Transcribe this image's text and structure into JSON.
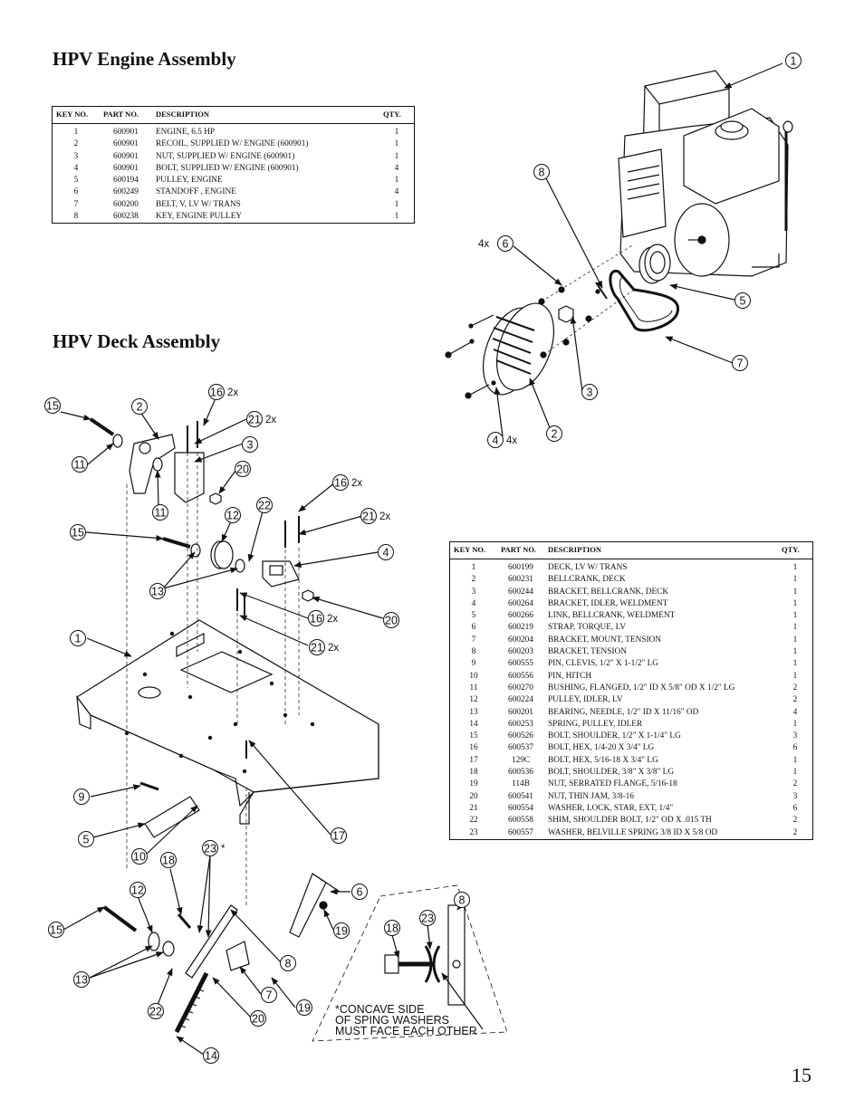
{
  "engine_section": {
    "title": "HPV Engine Assembly",
    "headers": [
      "KEY NO.",
      "PART NO.",
      "DESCRIPTION",
      "QTY."
    ],
    "rows": [
      [
        "1",
        "600901",
        "ENGINE, 6.5 HP",
        "1"
      ],
      [
        "2",
        "600901",
        "RECOIL, SUPPLIED W/ ENGINE (600901)",
        "1"
      ],
      [
        "3",
        "600901",
        "NUT, SUPPLIED W/ ENGINE (600901)",
        "1"
      ],
      [
        "4",
        "600901",
        "BOLT, SUPPLIED W/ ENGINE (600901)",
        "4"
      ],
      [
        "5",
        "600194",
        "PULLEY, ENGINE",
        "1"
      ],
      [
        "6",
        "600249",
        "STANDOFF , ENGINE",
        "4"
      ],
      [
        "7",
        "600200",
        "BELT, V, LV W/ TRANS",
        "1"
      ],
      [
        "8",
        "600238",
        "KEY, ENGINE PULLEY",
        "1"
      ]
    ]
  },
  "deck_section": {
    "title": "HPV Deck Assembly",
    "headers": [
      "KEY NO.",
      "PART NO.",
      "DESCRIPTION",
      "QTY."
    ],
    "rows": [
      [
        "1",
        "600199",
        "DECK, LV W/ TRANS",
        "1"
      ],
      [
        "2",
        "600231",
        "BELLCRANK, DECK",
        "1"
      ],
      [
        "3",
        "600244",
        "BRACKET, BELLCRANK, DECK",
        "1"
      ],
      [
        "4",
        "600264",
        "BRACKET, IDLER, WELDMENT",
        "1"
      ],
      [
        "5",
        "600266",
        "LINK, BELLCRANK, WELDMENT",
        "1"
      ],
      [
        "6",
        "600219",
        "STRAP, TORQUE, LV",
        "1"
      ],
      [
        "7",
        "600204",
        "BRACKET, MOUNT, TENSION",
        "1"
      ],
      [
        "8",
        "600203",
        "BRACKET, TENSION",
        "1"
      ],
      [
        "9",
        "600555",
        "PIN, CLEVIS, 1/2\" X 1-1/2\" LG",
        "1"
      ],
      [
        "10",
        "600556",
        "PIN, HITCH",
        "1"
      ],
      [
        "11",
        "600270",
        "BUSHING, FLANGED, 1/2\" ID X 5/8\" OD X 1/2\" LG",
        "2"
      ],
      [
        "12",
        "600224",
        "PULLEY, IDLER, LV",
        "2"
      ],
      [
        "13",
        "600201",
        "BEARING, NEEDLE, 1/2\" ID X 11/16\" OD",
        "4"
      ],
      [
        "14",
        "600253",
        "SPRING, PULLEY, IDLER",
        "1"
      ],
      [
        "15",
        "600526",
        "BOLT, SHOULDER, 1/2\" X 1-1/4\" LG",
        "3"
      ],
      [
        "16",
        "600537",
        "BOLT, HEX, 1/4-20 X 3/4\" LG",
        "6"
      ],
      [
        "17",
        "129C",
        "BOLT, HEX, 5/16-18 X 3/4\" LG",
        "1"
      ],
      [
        "18",
        "600536",
        "BOLT, SHOULDER, 3/8\" X 3/8\" LG",
        "1"
      ],
      [
        "19",
        "114B",
        "NUT, SERRATED FLANGE, 5/16-18",
        "2"
      ],
      [
        "20",
        "600541",
        "NUT, THIN JAM, 3/8-16",
        "3"
      ],
      [
        "21",
        "600554",
        "WASHER, LOCK, STAR, EXT, 1/4\"",
        "6"
      ],
      [
        "22",
        "600558",
        "SHIM, SHOULDER BOLT, 1/2\" OD X .015 TH",
        "2"
      ],
      [
        "23",
        "600557",
        "WASHER, BELVILLE SPRING 3/8 ID X 5/8 OD",
        "2"
      ]
    ]
  },
  "engine_callouts": [
    {
      "n": "1",
      "q": ""
    },
    {
      "n": "8",
      "q": ""
    },
    {
      "n": "6",
      "q": "4x"
    },
    {
      "n": "5",
      "q": ""
    },
    {
      "n": "7",
      "q": ""
    },
    {
      "n": "3",
      "q": ""
    },
    {
      "n": "4",
      "q": "4x"
    },
    {
      "n": "2",
      "q": ""
    }
  ],
  "deck_callouts": [
    {
      "n": "15",
      "q": ""
    },
    {
      "n": "2",
      "q": ""
    },
    {
      "n": "16",
      "q": "2x"
    },
    {
      "n": "21",
      "q": "2x"
    },
    {
      "n": "3",
      "q": ""
    },
    {
      "n": "11",
      "q": ""
    },
    {
      "n": "20",
      "q": ""
    },
    {
      "n": "16",
      "q": "2x"
    },
    {
      "n": "11",
      "q": ""
    },
    {
      "n": "12",
      "q": ""
    },
    {
      "n": "22",
      "q": ""
    },
    {
      "n": "21",
      "q": "2x"
    },
    {
      "n": "15",
      "q": ""
    },
    {
      "n": "4",
      "q": ""
    },
    {
      "n": "13",
      "q": ""
    },
    {
      "n": "16",
      "q": "2x"
    },
    {
      "n": "20",
      "q": ""
    },
    {
      "n": "1",
      "q": ""
    },
    {
      "n": "21",
      "q": "2x"
    },
    {
      "n": "9",
      "q": ""
    },
    {
      "n": "17",
      "q": ""
    },
    {
      "n": "5",
      "q": ""
    },
    {
      "n": "10",
      "q": ""
    },
    {
      "n": "18",
      "q": ""
    },
    {
      "n": "23",
      "q": "*"
    },
    {
      "n": "6",
      "q": ""
    },
    {
      "n": "12",
      "q": ""
    },
    {
      "n": "15",
      "q": ""
    },
    {
      "n": "19",
      "q": ""
    },
    {
      "n": "8",
      "q": ""
    },
    {
      "n": "13",
      "q": ""
    },
    {
      "n": "7",
      "q": ""
    },
    {
      "n": "22",
      "q": ""
    },
    {
      "n": "20",
      "q": ""
    },
    {
      "n": "19",
      "q": ""
    },
    {
      "n": "14",
      "q": ""
    },
    {
      "n": "18",
      "q": ""
    },
    {
      "n": "23",
      "q": ""
    },
    {
      "n": "8",
      "q": ""
    }
  ],
  "note": [
    "*CONCAVE SIDE",
    "OF SPING WASHERS",
    "MUST FACE EACH OTHER"
  ],
  "page_number": "15"
}
